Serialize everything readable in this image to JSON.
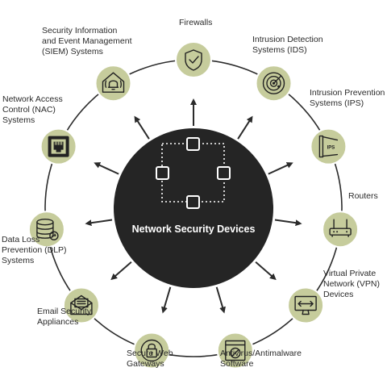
{
  "title": "Network Security Devices",
  "devices": [
    {
      "id": "firewalls",
      "label": "Firewalls",
      "icon": "shield-check-icon"
    },
    {
      "id": "ids",
      "label": "Intrusion Detection\nSystems (IDS)",
      "icon": "radar-icon"
    },
    {
      "id": "ips",
      "label": "Intrusion Prevention\nSystems (IPS)",
      "icon": "ips-appliance-icon"
    },
    {
      "id": "routers",
      "label": "Routers",
      "icon": "router-icon"
    },
    {
      "id": "vpn",
      "label": "Virtual Private\nNetwork (VPN)\nDevices",
      "icon": "vpn-monitor-icon"
    },
    {
      "id": "antivirus",
      "label": "Antivirus/Antimalware\nSoftware",
      "icon": "antivirus-window-icon"
    },
    {
      "id": "swg",
      "label": "Secure Web\nGateways",
      "icon": "lock-icon"
    },
    {
      "id": "email",
      "label": "Email Security\nAppliances",
      "icon": "envelope-icon"
    },
    {
      "id": "dlp",
      "label": "Data Loss\nPrevention (DLP)\nSystems",
      "icon": "database-icon"
    },
    {
      "id": "nac",
      "label": "Network Access\nControl (NAC)\nSystems",
      "icon": "ethernet-port-icon"
    },
    {
      "id": "siem",
      "label": "Security Information\nand Event Management\n(SIEM) Systems",
      "icon": "alarm-home-icon"
    }
  ],
  "colors": {
    "hub": "#252525",
    "node_fill": "#c6cc9c",
    "node_stroke": "#ffffff",
    "ring": "#2b2b2b",
    "arrow": "#2b2b2b",
    "network_square": "#ffffff"
  }
}
